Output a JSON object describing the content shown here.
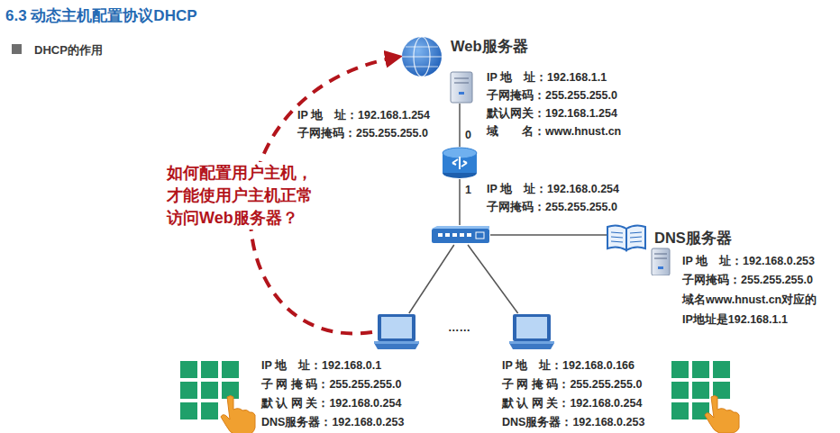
{
  "diagram": {
    "title": "6.3 动态主机配置协议DHCP",
    "nodes": [
      {
        "text": [
          "Web服务器",
          "IP 地　址：192.168.1.1",
          "子网掩码：255.255.255.0",
          "默认网关：192.168.1.254",
          "域　　名：www.hnust.cn"
        ]
      },
      {
        "text": [
          "0",
          "1"
        ]
      },
      {
        "text": []
      },
      {
        "text": [
          "DNS服务器",
          "IP 地　址：192.168.0.253",
          "子网掩码：255.255.255.0",
          "域名www.hnust.cn对应的",
          "IP地址是192.168.1.1"
        ]
      },
      {
        "text": [
          "IP 地　址：192.168.0.1",
          "子 网 掩 码：255.255.255.0",
          "默 认 网 关：192.168.0.254",
          "DNS服务器：192.168.0.253"
        ]
      },
      {
        "text": [
          "IP 地　址：192.168.0.166",
          "子 网 掩 码：255.255.255.0",
          "默 认 网 关：192.168.0.254",
          "DNS服务器：192.168.0.253"
        ]
      }
    ],
    "edges": [
      {
        "from": 0,
        "to": 1,
        "arrow": "none"
      },
      {
        "from": 1,
        "to": 2,
        "arrow": "none"
      },
      {
        "from": 2,
        "to": 3,
        "arrow": "none"
      },
      {
        "from": 2,
        "to": 4,
        "arrow": "none"
      },
      {
        "from": 2,
        "to": 5,
        "arrow": "none"
      },
      {
        "from": 4,
        "to": 0,
        "arrow": "to"
      }
    ],
    "labels": [
      "DHCP的作用",
      "IP 地　址：192.168.1.254",
      "子网掩码：255.255.255.0",
      "IP 地　址：192.168.0.254",
      "子网掩码：255.255.255.0",
      "……",
      "如何配置用户主机， 才能使用户主机正常 访问Web服务器？"
    ]
  }
}
